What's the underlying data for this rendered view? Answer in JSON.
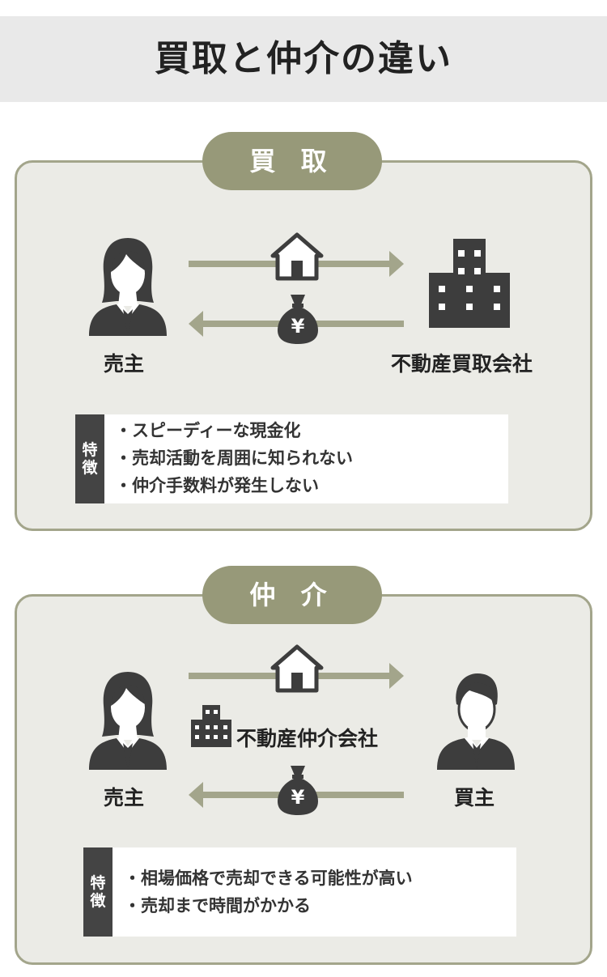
{
  "title": "買取と仲介の違い",
  "colors": {
    "accent": "#979979",
    "panel_border": "#a3a58b",
    "panel_bg": "#ebebe6",
    "arrow": "#a3a58b",
    "icon": "#3d3d3d"
  },
  "kaitori": {
    "heading": "買 取",
    "seller_label": "売主",
    "company_label": "不動産買取会社",
    "feature_tag": [
      "特",
      "徴"
    ],
    "features": [
      "スピーディーな現金化",
      "売却活動を周囲に知られない",
      "仲介手数料が発生しない"
    ]
  },
  "chukai": {
    "heading": "仲 介",
    "seller_label": "売主",
    "agent_label": "不動産仲介会社",
    "buyer_label": "買主",
    "feature_tag": [
      "特",
      "徴"
    ],
    "features": [
      "相場価格で売却できる可能性が高い",
      "売却まで時間がかかる"
    ]
  },
  "icons": {
    "seller": "woman-avatar-icon",
    "buyer": "man-avatar-icon",
    "company": "building-icon",
    "property": "house-icon",
    "money": "money-bag-icon",
    "yen_symbol": "¥"
  }
}
